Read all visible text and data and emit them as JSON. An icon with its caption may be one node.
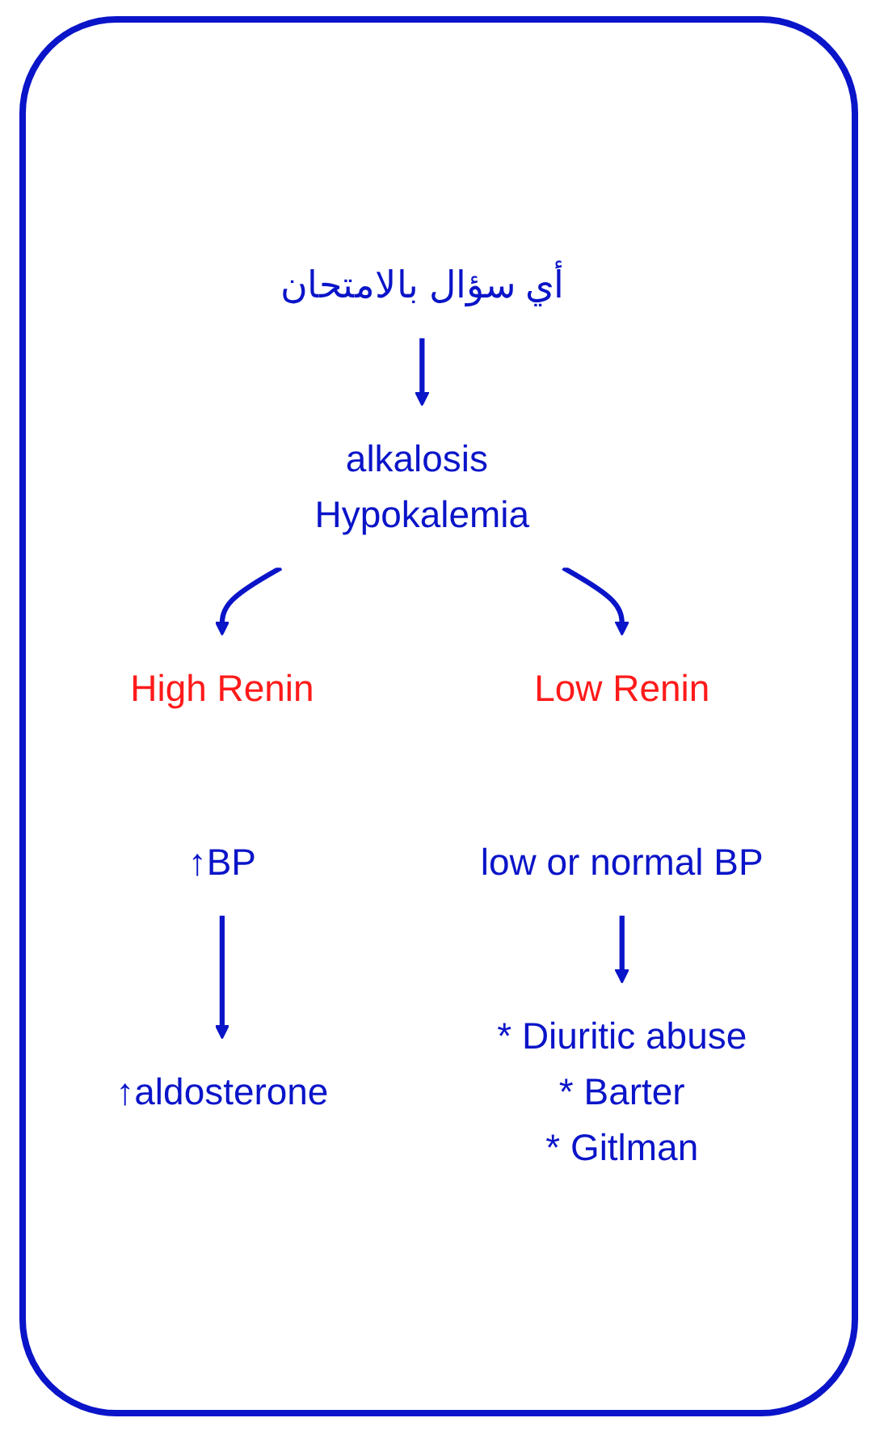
{
  "diagram": {
    "nodes": [
      {
        "text": [
          "أي سؤال بالامتحان"
        ]
      },
      {
        "text": [
          "alkalosis Hypokalemia"
        ]
      },
      {
        "text": [
          "High Renin"
        ]
      },
      {
        "text": [
          "↑BP"
        ]
      },
      {
        "text": [
          "↑aldosterone"
        ]
      },
      {
        "text": [
          "Low Renin"
        ]
      },
      {
        "text": [
          "low or normal BP"
        ]
      },
      {
        "text": [
          "* Diuritic abuse",
          "* Barter",
          "* Gitlman"
        ]
      }
    ],
    "edges": [
      {
        "from": 0,
        "to": 1,
        "arrow": "to"
      },
      {
        "from": 1,
        "to": 2,
        "arrow": "to"
      },
      {
        "from": 1,
        "to": 5,
        "arrow": "to"
      },
      {
        "from": 3,
        "to": 4,
        "arrow": "to"
      },
      {
        "from": 6,
        "to": 7,
        "arrow": "to"
      }
    ]
  }
}
